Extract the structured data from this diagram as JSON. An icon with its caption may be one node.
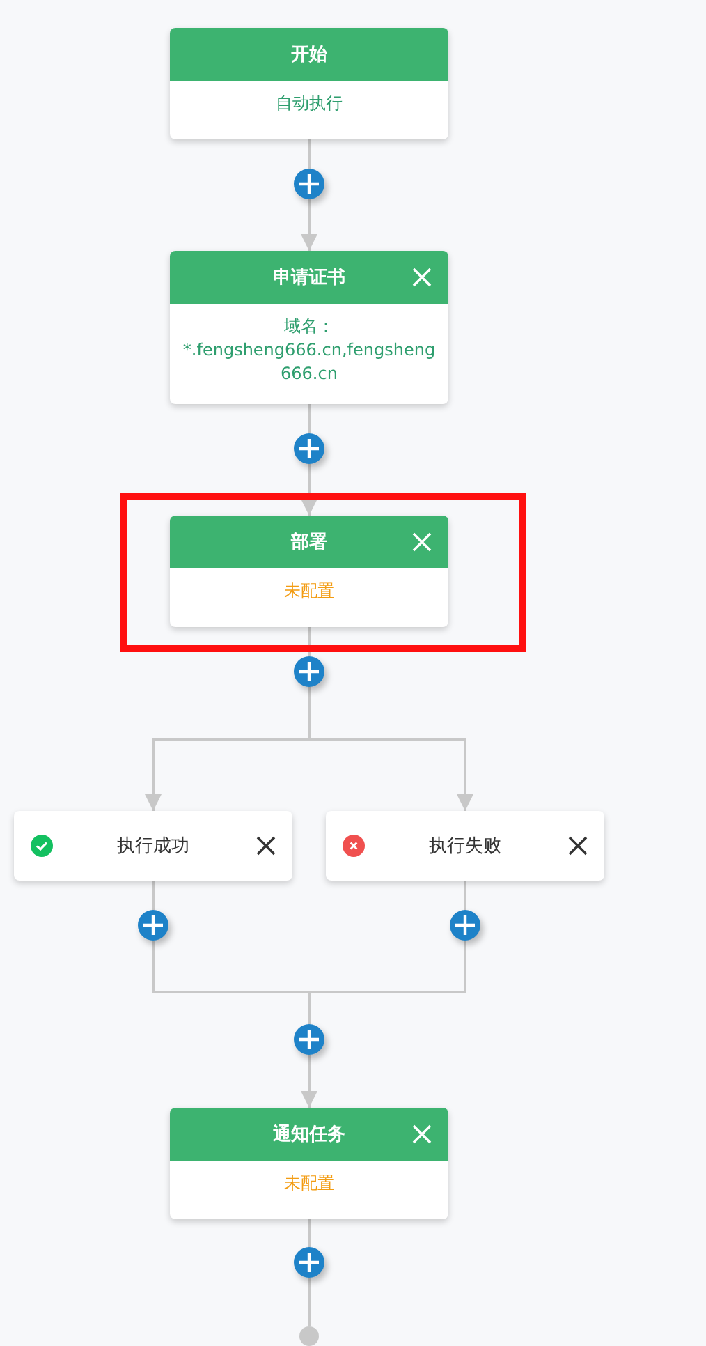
{
  "diagram": {
    "nodes": [
      {
        "text": [
          "开始",
          "自动执行"
        ]
      },
      {
        "text": [],
        "shape": "circle"
      },
      {
        "text": [
          "申请证书",
          "域名：",
          "*.fengsheng666.cn,fengsheng666.cn"
        ]
      },
      {
        "text": [],
        "shape": "circle"
      },
      {
        "text": [],
        "shape": "box"
      },
      {
        "text": [
          "部署",
          "未配置"
        ],
        "in": 4
      },
      {
        "text": [],
        "shape": "circle"
      },
      {
        "text": [
          "执行成功"
        ]
      },
      {
        "text": [
          "执行失败"
        ]
      },
      {
        "text": [],
        "shape": "circle"
      },
      {
        "text": [],
        "shape": "circle"
      },
      {
        "text": [],
        "shape": "circle"
      },
      {
        "text": [
          "通知任务",
          "未配置"
        ]
      },
      {
        "text": [],
        "shape": "circle"
      },
      {
        "text": [],
        "shape": "circle"
      }
    ],
    "edges": [
      {
        "from": 0,
        "to": 1,
        "arrow": "none"
      },
      {
        "from": 1,
        "to": 2,
        "arrow": "to"
      },
      {
        "from": 2,
        "to": 3,
        "arrow": "none"
      },
      {
        "from": 3,
        "to": 5,
        "arrow": "to"
      },
      {
        "from": 5,
        "to": 6,
        "arrow": "none"
      },
      {
        "from": 6,
        "to": 7,
        "arrow": "to"
      },
      {
        "from": 6,
        "to": 8,
        "arrow": "to"
      },
      {
        "from": 7,
        "to": 9,
        "arrow": "none"
      },
      {
        "from": 8,
        "to": 10,
        "arrow": "none"
      },
      {
        "from": 9,
        "to": 11,
        "arrow": "none"
      },
      {
        "from": 10,
        "to": 11,
        "arrow": "none"
      },
      {
        "from": 11,
        "to": 12,
        "arrow": "to"
      },
      {
        "from": 12,
        "to": 13,
        "arrow": "none"
      },
      {
        "from": 13,
        "to": 14,
        "arrow": "none"
      }
    ]
  }
}
